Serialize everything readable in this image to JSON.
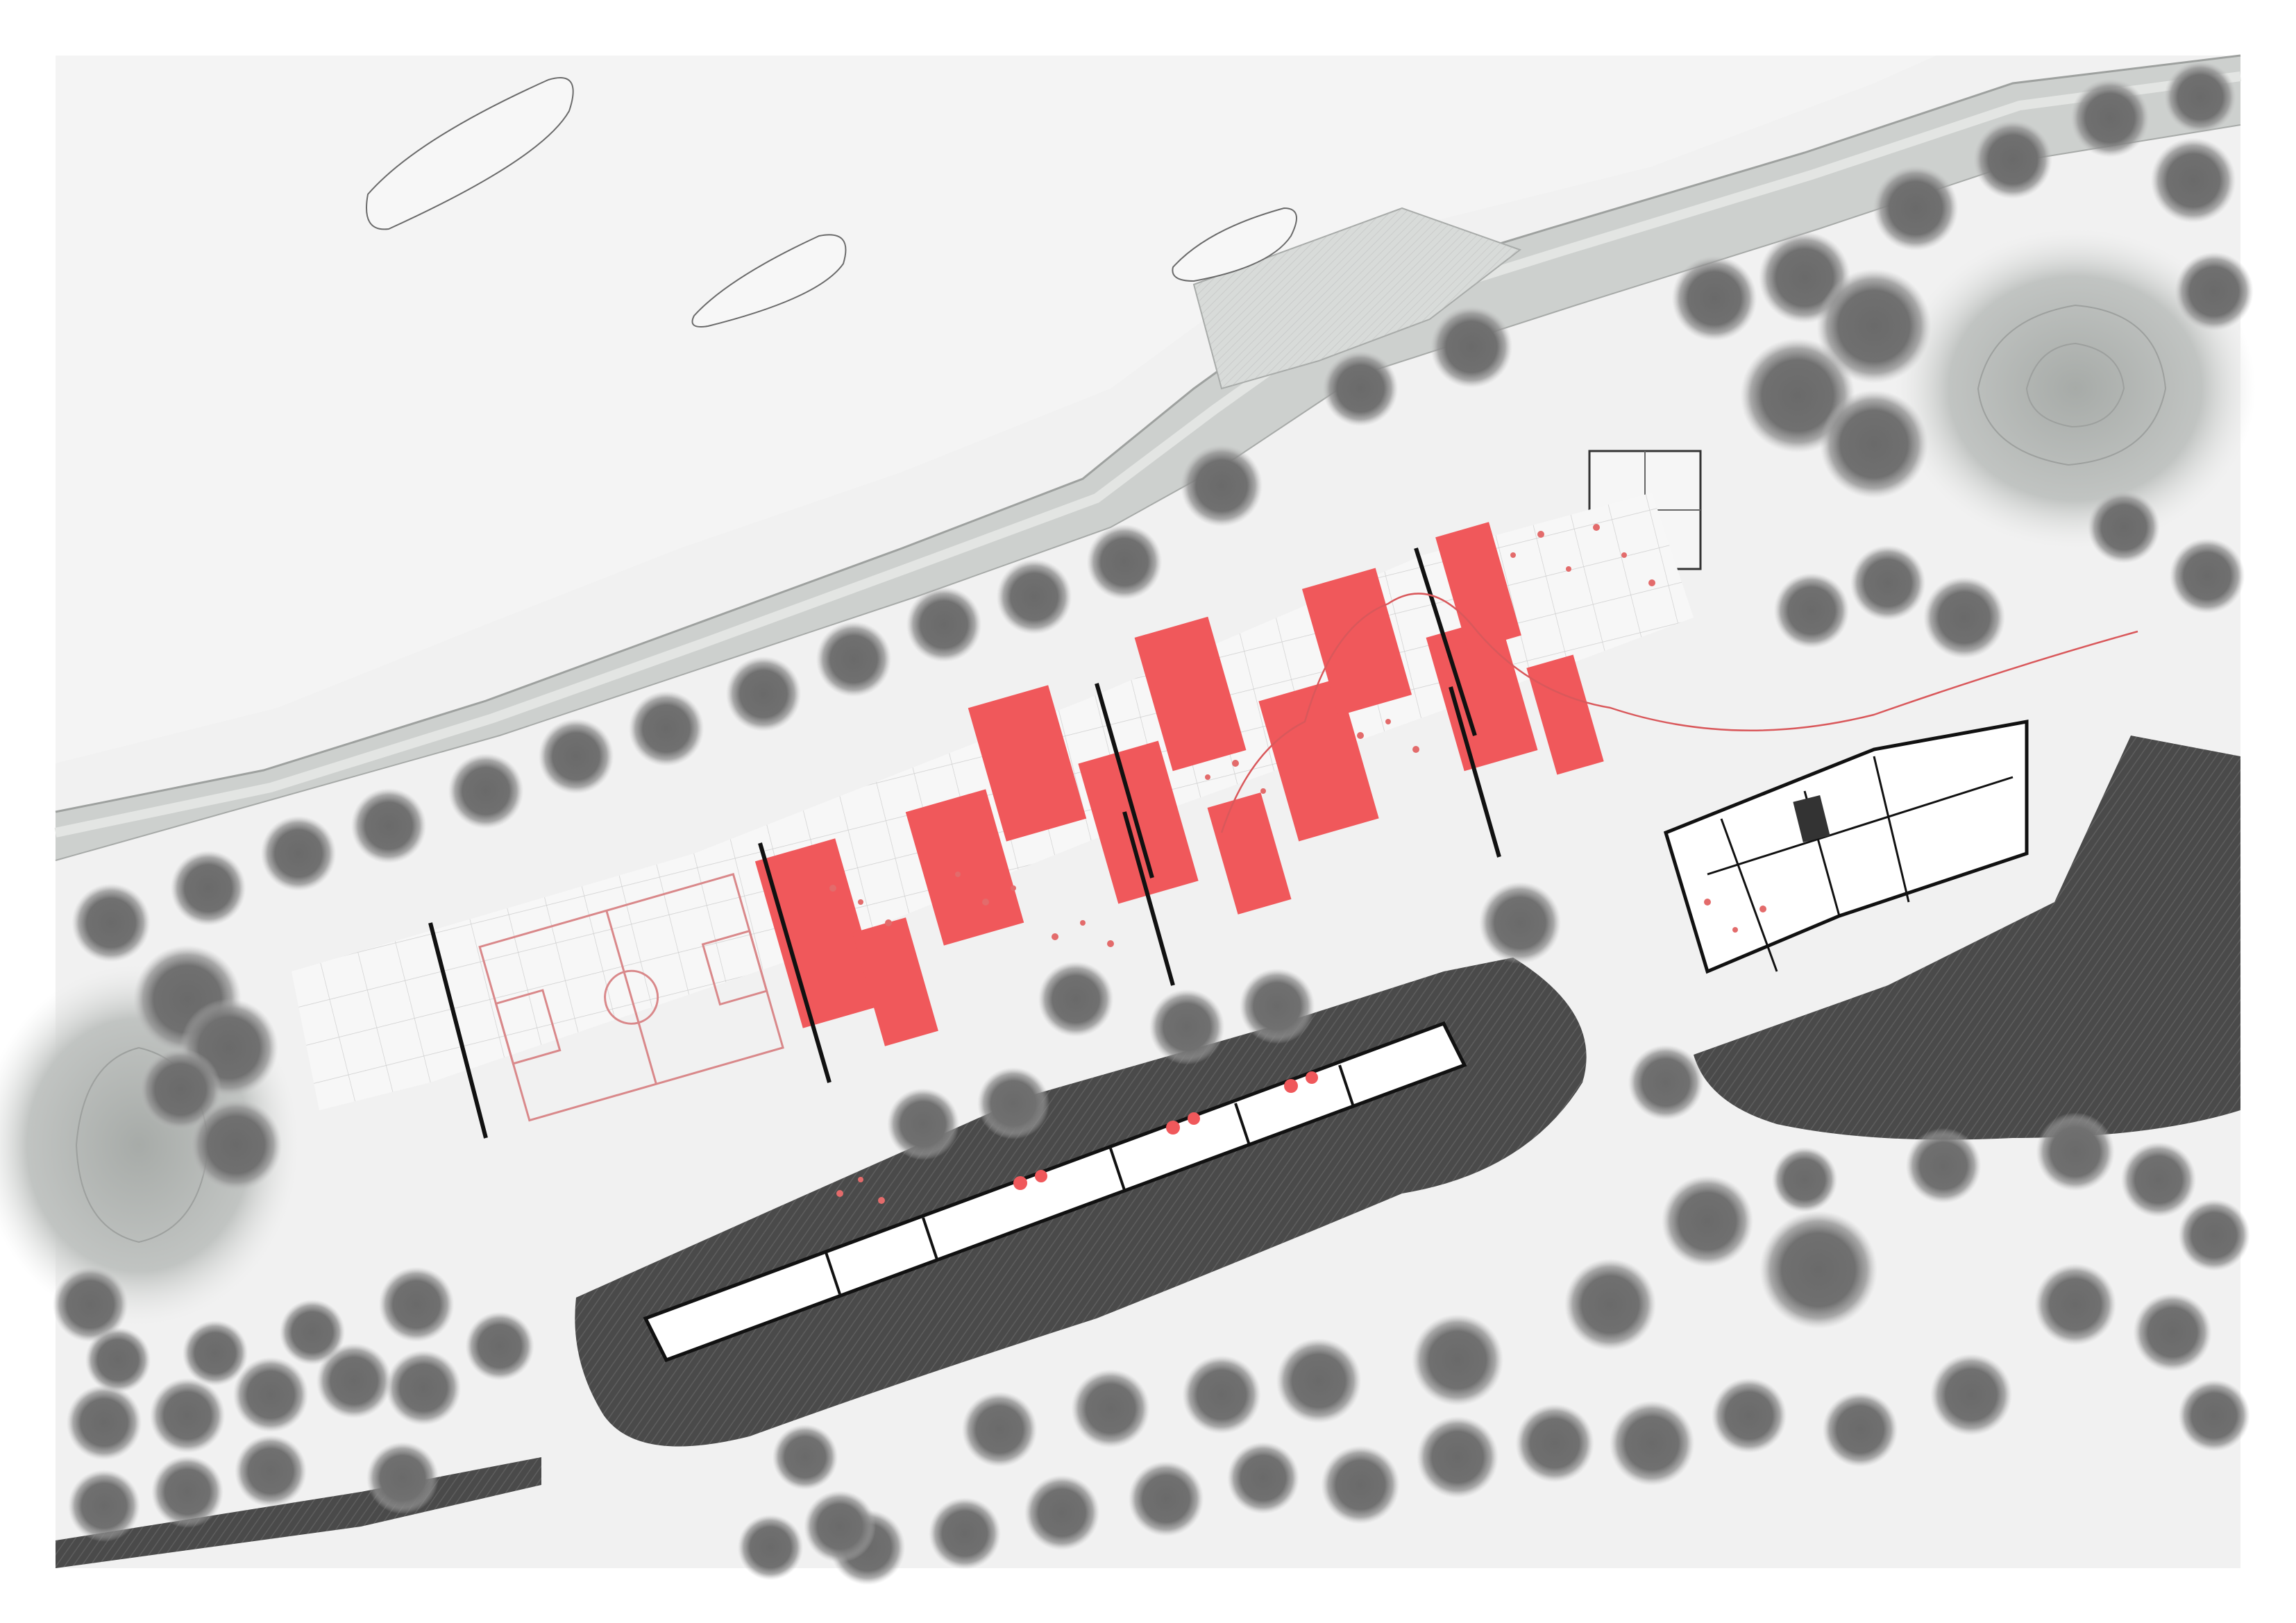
{
  "colors": {
    "page": "#ffffff",
    "ground": "#f1f1f1",
    "water": "#f3f3f3",
    "embankment": "#c9ccca",
    "embankment_light": "#dfe1df",
    "dark_mass": "#4d4d4d",
    "tree": "#6f6f6f",
    "tree_glow": "#9b9b9b",
    "mound": "#b3b7b4",
    "accent": "#f0585b",
    "accent_dots": "#ea6a6a",
    "line": "#1a1a1a",
    "grid": "#c6c6c6"
  },
  "elements": {
    "boats": 3,
    "trees": 92,
    "red_panels": 12,
    "outbuildings": 3,
    "sports_court": "basketball"
  }
}
